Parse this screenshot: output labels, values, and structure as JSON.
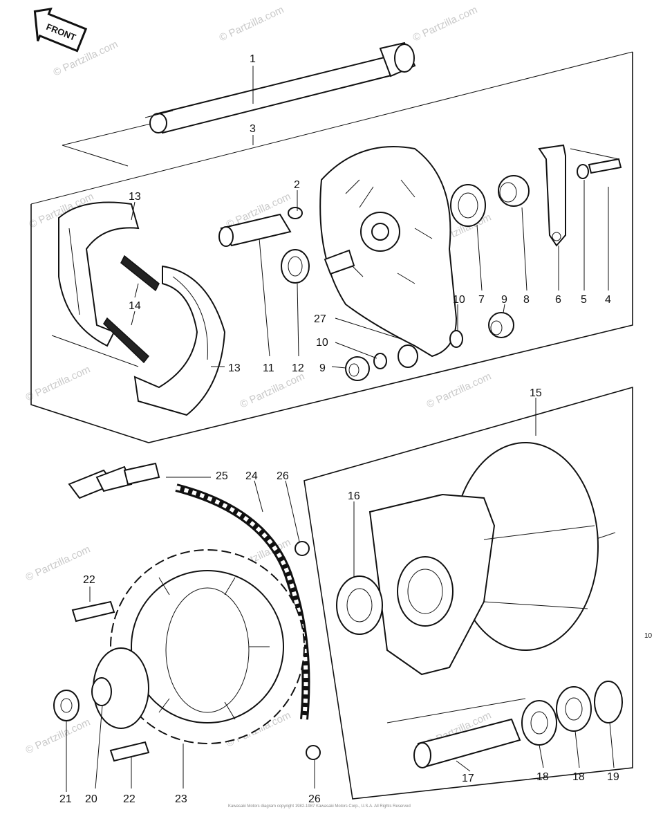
{
  "front_label": "FRONT",
  "watermark": "© Partzilla.com",
  "footer": "Kawasaki Motors diagram copyright 1982-1987 Kawasaki Motors Corp., U.S.A. All Rights Reserved",
  "side_mark": "10",
  "callouts": [
    {
      "id": "c1",
      "text": "1"
    },
    {
      "id": "c2",
      "text": "2"
    },
    {
      "id": "c3",
      "text": "3"
    },
    {
      "id": "c4",
      "text": "4"
    },
    {
      "id": "c5",
      "text": "5"
    },
    {
      "id": "c6",
      "text": "6"
    },
    {
      "id": "c7",
      "text": "7"
    },
    {
      "id": "c8",
      "text": "8"
    },
    {
      "id": "c9a",
      "text": "9"
    },
    {
      "id": "c9b",
      "text": "9"
    },
    {
      "id": "c10a",
      "text": "10"
    },
    {
      "id": "c10b",
      "text": "10"
    },
    {
      "id": "c11",
      "text": "11"
    },
    {
      "id": "c12",
      "text": "12"
    },
    {
      "id": "c13a",
      "text": "13"
    },
    {
      "id": "c13b",
      "text": "13"
    },
    {
      "id": "c14",
      "text": "14"
    },
    {
      "id": "c15",
      "text": "15"
    },
    {
      "id": "c16",
      "text": "16"
    },
    {
      "id": "c17",
      "text": "17"
    },
    {
      "id": "c18a",
      "text": "18"
    },
    {
      "id": "c18b",
      "text": "18"
    },
    {
      "id": "c19",
      "text": "19"
    },
    {
      "id": "c20",
      "text": "20"
    },
    {
      "id": "c21",
      "text": "21"
    },
    {
      "id": "c22a",
      "text": "22"
    },
    {
      "id": "c22b",
      "text": "22"
    },
    {
      "id": "c23",
      "text": "23"
    },
    {
      "id": "c24",
      "text": "24"
    },
    {
      "id": "c25",
      "text": "25"
    },
    {
      "id": "c26a",
      "text": "26"
    },
    {
      "id": "c26b",
      "text": "26"
    },
    {
      "id": "c27",
      "text": "27"
    }
  ]
}
